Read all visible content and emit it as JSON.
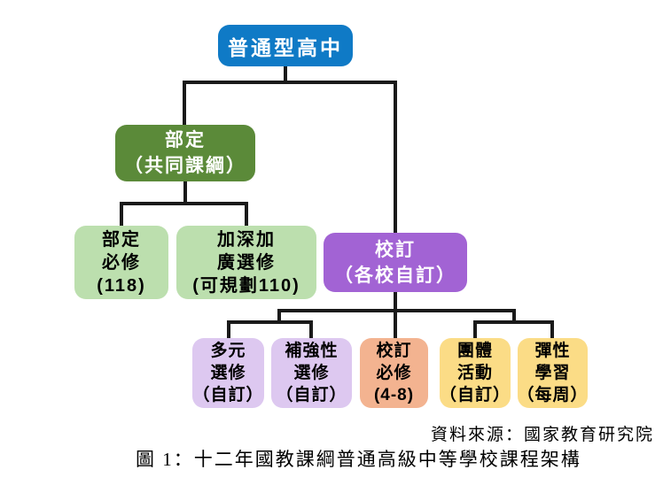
{
  "colors": {
    "root_blue": "#0f7ac6",
    "ministry_green": "#5b8a39",
    "ministry_child_green": "#bcdfae",
    "school_purple": "#a263d4",
    "elective_lavender": "#ddc8f0",
    "school_required_orange": "#f3b390",
    "activity_yellow": "#fbdc86",
    "connector_black": "#1a1a1a"
  },
  "nodes": {
    "root": {
      "lines": [
        "普通型高中"
      ]
    },
    "ministry": {
      "lines": [
        "部定",
        "（共同課綱）"
      ]
    },
    "ministry_required": {
      "lines": [
        "部定",
        "必修",
        "(118)"
      ]
    },
    "enriched_elective": {
      "lines": [
        "加深加",
        "廣選修",
        "(可規劃110)"
      ]
    },
    "school": {
      "lines": [
        "校訂",
        "（各校自訂）"
      ]
    },
    "diverse_elective": {
      "lines": [
        "多元",
        "選修",
        "（自訂）"
      ]
    },
    "reinforcement_elective": {
      "lines": [
        "補強性",
        "選修",
        "（自訂）"
      ]
    },
    "school_required": {
      "lines": [
        "校訂",
        "必修",
        "(4-8)"
      ]
    },
    "group_activities": {
      "lines": [
        "團體",
        "活動",
        "（自訂）"
      ]
    },
    "flexible_learning": {
      "lines": [
        "彈性",
        "學習",
        "（每周）"
      ]
    }
  },
  "footer": {
    "source_note": "資料來源：國家教育研究院",
    "caption": "圖 1：十二年國教課綱普通高級中等學校課程架構"
  }
}
